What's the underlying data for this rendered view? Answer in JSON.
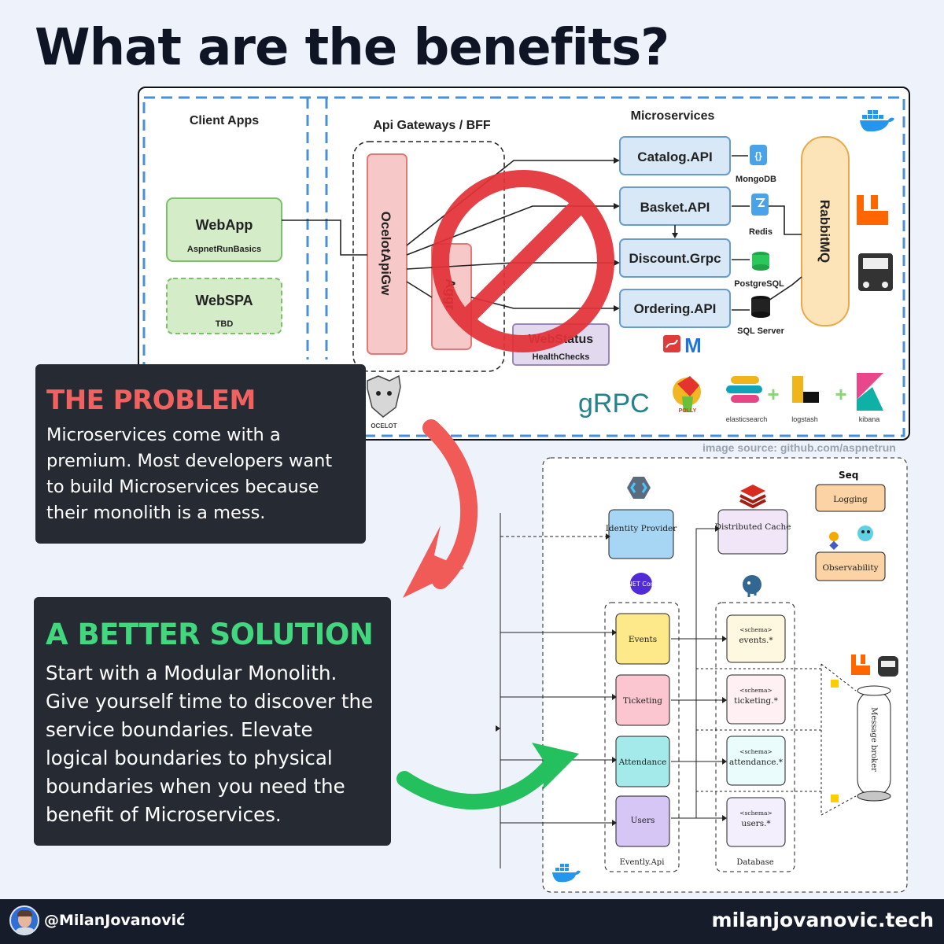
{
  "headline": "What are the benefits?",
  "top_diagram": {
    "sections": {
      "client_apps": "Client Apps",
      "api_gateways": "Api Gateways / BFF",
      "microservices": "Microservices"
    },
    "clients": [
      {
        "name": "WebApp",
        "sub": "AspnetRunBasics"
      },
      {
        "name": "WebSPA",
        "sub": "TBD"
      }
    ],
    "gateway": "OcelotApiGw",
    "aggregator": "Aggr",
    "webstatus": {
      "name": "WebStatus",
      "sub": "HealthChecks"
    },
    "services": [
      "Catalog.API",
      "Basket.API",
      "Discount.Grpc",
      "Ordering.API"
    ],
    "databases": [
      "MongoDB",
      "Redis",
      "PostgreSQL",
      "SQL Server"
    ],
    "broker": "RabbitMQ",
    "logos": {
      "grpc": "gRPC",
      "elasticsearch": "elasticsearch",
      "logstash": "logstash",
      "kibana": "kibana",
      "polly": "POLLY",
      "ocelot": "OCELOT"
    },
    "source": "image source: github.com/aspnetrun"
  },
  "problem": {
    "title": "THE PROBLEM",
    "body": "Microservices come with a premium. Most developers want to build Microservices because their monolith is a mess."
  },
  "solution": {
    "title": "A BETTER SOLUTION",
    "body": "Start with a Modular Monolith. Give yourself time to discover the service boundaries. Elevate logical boundaries to physical boundaries when you need the benefit of Microservices."
  },
  "bottom_diagram": {
    "identity": "Identity Provider",
    "cache": "Distributed Cache",
    "seq": "Seq",
    "logging": "Logging",
    "observability": "Observability",
    "net_core": ".NET Core",
    "jaeger": "JAEGER",
    "modules": [
      "Events",
      "Ticketing",
      "Attendance",
      "Users"
    ],
    "schema_tag": "<schema>",
    "schemas": [
      "events.*",
      "ticketing.*",
      "attendance.*",
      "users.*"
    ],
    "api_label": "Evently.Api",
    "db_label": "Database",
    "broker": "Message broker"
  },
  "footer": {
    "handle": "@MilanJovanović",
    "site": "milanjovanovic.tech"
  },
  "colors": {
    "problem": "#f0615f",
    "solution": "#42d67e",
    "card_bg": "#262a33",
    "footer_bg": "#171c2b"
  }
}
